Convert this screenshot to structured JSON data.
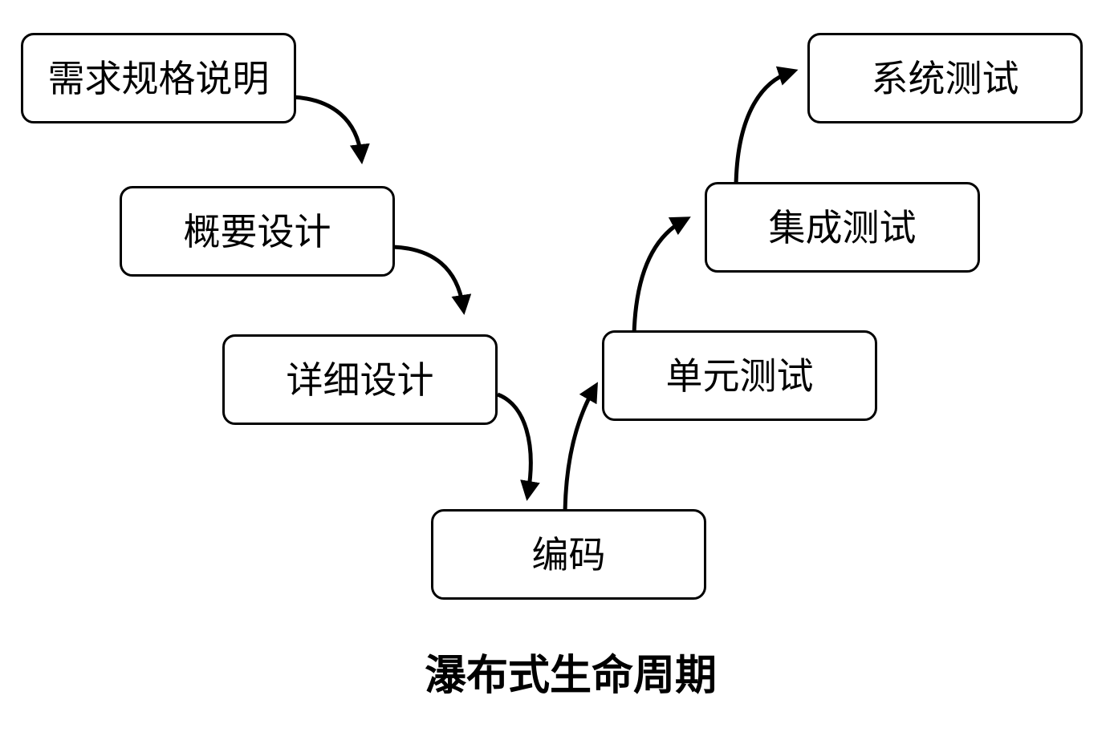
{
  "diagram": {
    "nodes": [
      {
        "id": "req",
        "label": "需求规格说明"
      },
      {
        "id": "hld",
        "label": "概要设计"
      },
      {
        "id": "dd",
        "label": "详细设计"
      },
      {
        "id": "code",
        "label": "编码"
      },
      {
        "id": "unit",
        "label": "单元测试"
      },
      {
        "id": "int",
        "label": "集成测试"
      },
      {
        "id": "sys",
        "label": "系统测试"
      }
    ],
    "edges": [
      {
        "from": "req",
        "to": "hld"
      },
      {
        "from": "hld",
        "to": "dd"
      },
      {
        "from": "dd",
        "to": "code"
      },
      {
        "from": "code",
        "to": "unit"
      },
      {
        "from": "unit",
        "to": "int"
      },
      {
        "from": "int",
        "to": "sys"
      }
    ],
    "caption": "瀑布式生命周期"
  }
}
